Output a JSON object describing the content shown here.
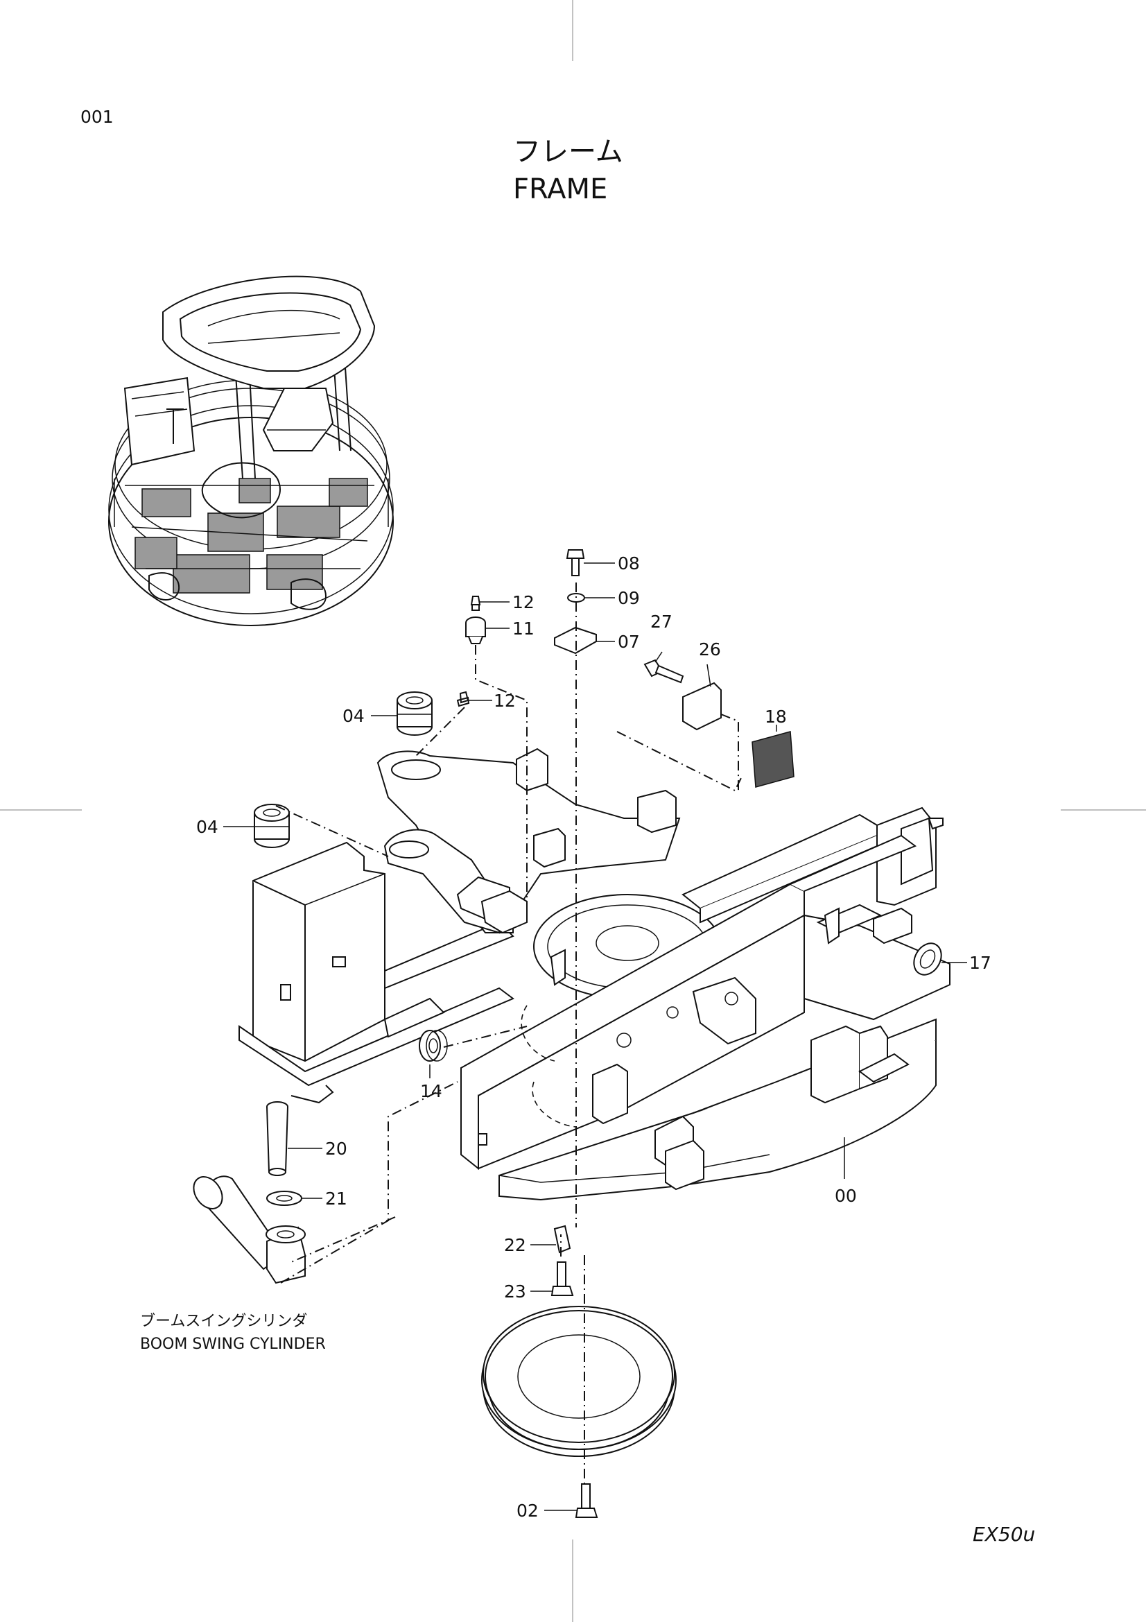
{
  "page": {
    "number": "001",
    "title_jp": "フレーム",
    "title_en": "FRAME",
    "model": "EX50u"
  },
  "callout": {
    "jp": "ブームスイングシリンダ",
    "en": "BOOM SWING CYLINDER"
  },
  "parts": {
    "p00": "00",
    "p02": "02",
    "p04a": "04",
    "p04b": "04",
    "p07": "07",
    "p08": "08",
    "p09": "09",
    "p11": "11",
    "p12a": "12",
    "p12b": "12",
    "p14": "14",
    "p17": "17",
    "p18": "18",
    "p20": "20",
    "p21": "21",
    "p22": "22",
    "p23": "23",
    "p26": "26",
    "p27": "27"
  }
}
